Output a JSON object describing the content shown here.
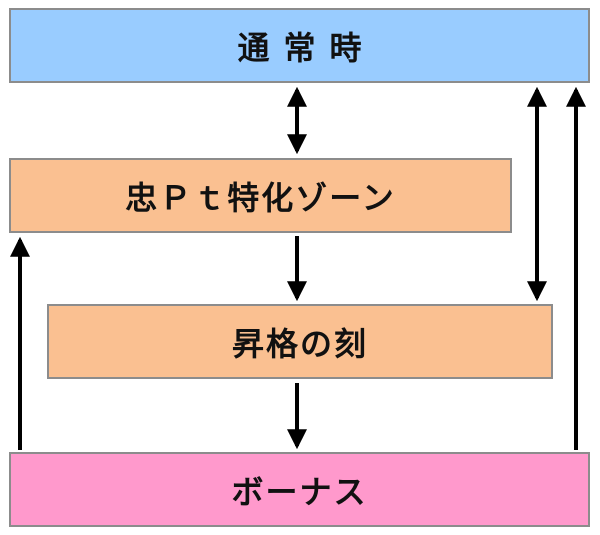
{
  "nodes": {
    "normal": {
      "label": "通常時",
      "color": "#99ccff"
    },
    "zone": {
      "label": "忠Ｐｔ特化ゾーン",
      "color": "#fac091"
    },
    "ascend": {
      "label": "昇格の刻",
      "color": "#fac091"
    },
    "bonus": {
      "label": "ボーナス",
      "color": "#ff99cc"
    }
  },
  "edges": [
    {
      "from": "normal",
      "to": "zone",
      "direction": "both"
    },
    {
      "from": "zone",
      "to": "ascend",
      "direction": "forward"
    },
    {
      "from": "ascend",
      "to": "bonus",
      "direction": "forward"
    },
    {
      "from": "bonus",
      "to": "zone",
      "direction": "forward"
    },
    {
      "from": "normal",
      "to": "ascend",
      "direction": "both"
    },
    {
      "from": "bonus",
      "to": "normal",
      "direction": "forward"
    }
  ],
  "style": {
    "arrow_color": "#000000",
    "border_color": "#8c8c8c"
  }
}
